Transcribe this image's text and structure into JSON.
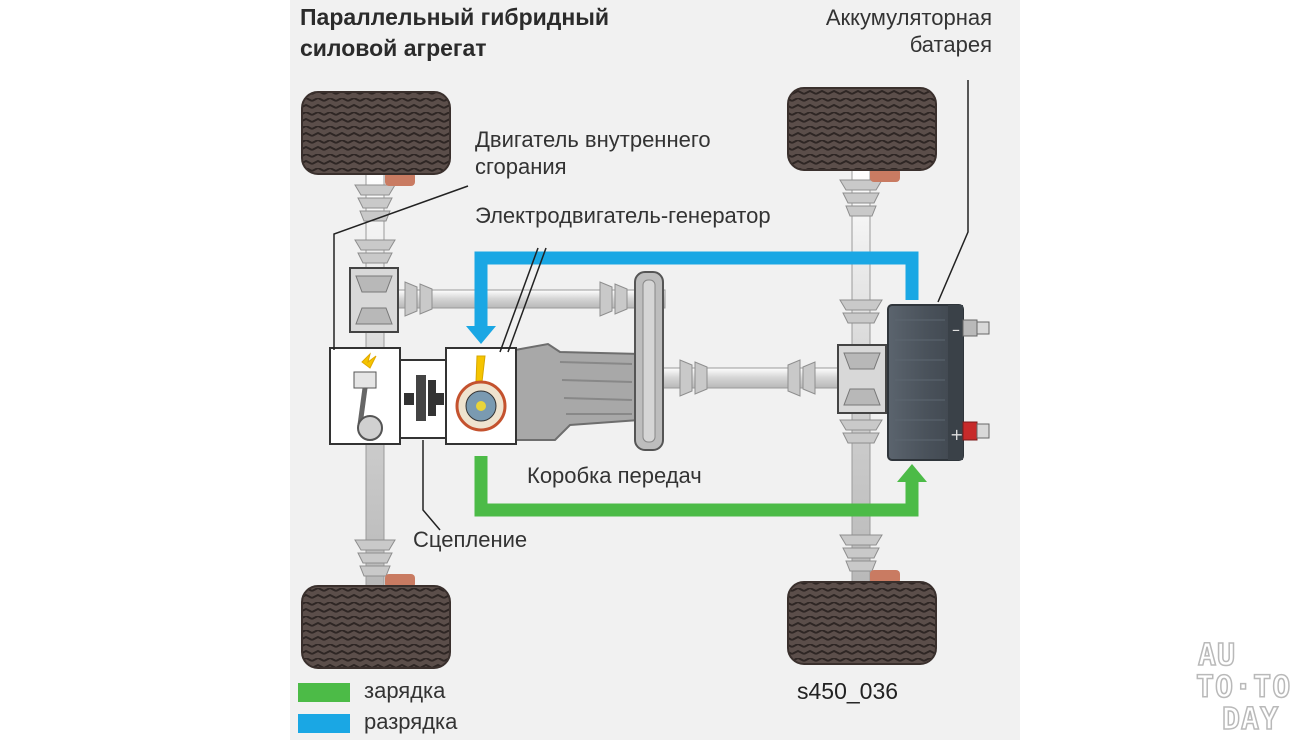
{
  "title_line1": "Параллельный гибридный",
  "title_line2": "силовой агрегат",
  "labels": {
    "battery_line1": "Аккумуляторная",
    "battery_line2": "батарея",
    "engine_line1": "Двигатель внутреннего",
    "engine_line2": "сгорания",
    "motor_generator": "Электродвигатель-генератор",
    "gearbox": "Коробка передач",
    "clutch": "Сцепление"
  },
  "legend": [
    {
      "label": "зарядка",
      "color": "#4cbb47"
    },
    {
      "label": "разрядка",
      "color": "#1aa7e4"
    }
  ],
  "figure_code": "s450_036",
  "watermark": {
    "line1": "AU",
    "line2": "TO·TO",
    "line3": "DAY"
  },
  "colors": {
    "charge": "#4cbb47",
    "discharge": "#1aa7e4",
    "battery": "#4d5660",
    "tire": "#5a4d49"
  }
}
